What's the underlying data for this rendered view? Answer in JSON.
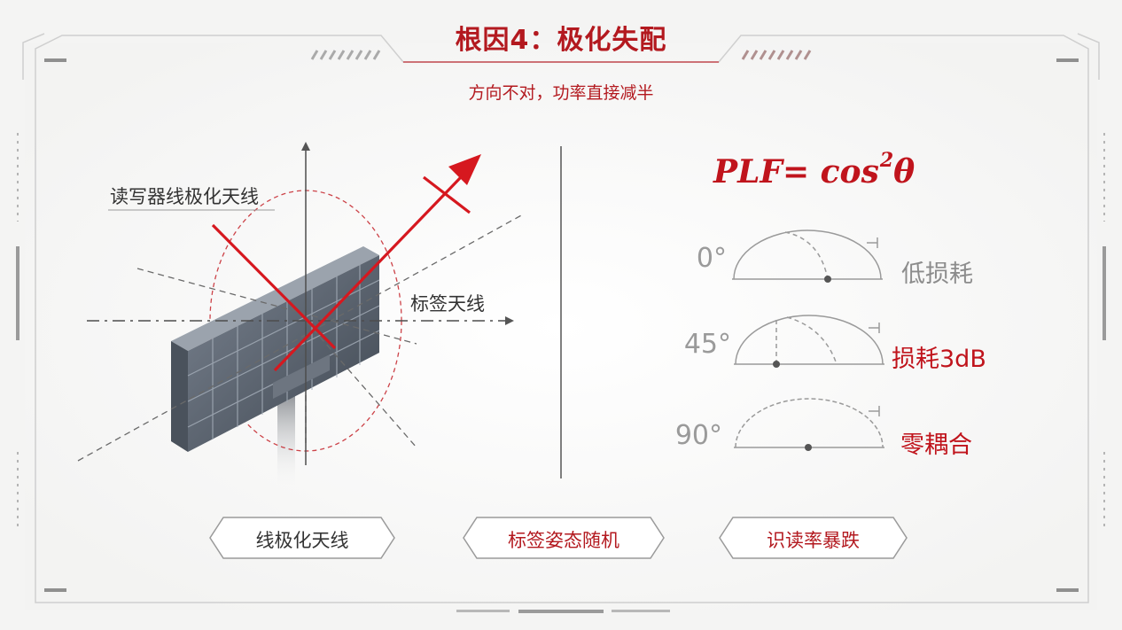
{
  "header": {
    "title": "根因4：极化失配",
    "subtitle": "方向不对，功率直接减半"
  },
  "diagram": {
    "reader_label": "读写器线极化天线",
    "tag_label": "标签天线"
  },
  "formula": {
    "base": "PLF= cos",
    "exponent": "2",
    "symbol": "θ"
  },
  "rows": [
    {
      "angle": "0°",
      "result": "低损耗"
    },
    {
      "angle": "45°",
      "result": "损耗3dB"
    },
    {
      "angle": "90°",
      "result": "零耦合"
    }
  ],
  "tags": [
    {
      "label": "线极化天线"
    },
    {
      "label": "标签姿态随机"
    },
    {
      "label": "识读率暴跌"
    }
  ],
  "colors": {
    "accent": "#c0141c",
    "grey_text": "#8c8c8c",
    "panel": "#5b6470"
  }
}
